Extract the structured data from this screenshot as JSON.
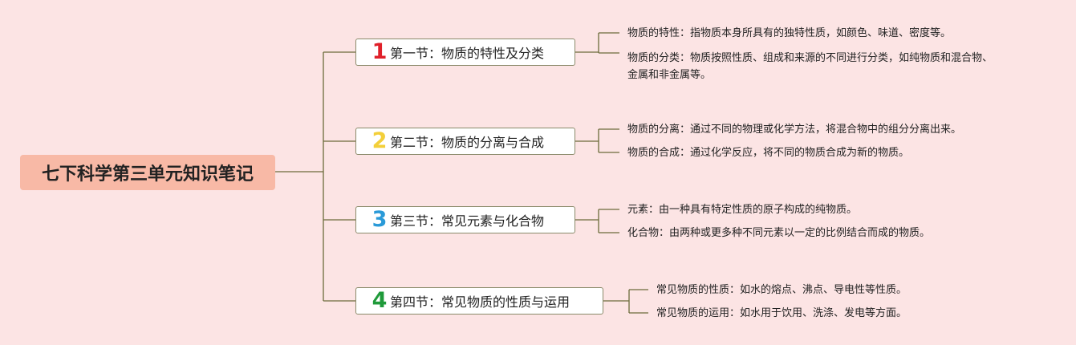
{
  "root": {
    "title": "七下科学第三单元知识笔记"
  },
  "colors": {
    "background": "#fce4e4",
    "root_fill": "#f8b9a6",
    "line": "#6b6b3a"
  },
  "sections": [
    {
      "number": "1",
      "number_color": "#e0202a",
      "label": "第一节：物质的特性及分类",
      "items": [
        {
          "lines": [
            "物质的特性：指物质本身所具有的独特性质，如颜色、味道、密度等。"
          ]
        },
        {
          "lines": [
            "物质的分类：物质按照性质、组成和来源的不同进行分类，如纯物质和混合物、",
            "金属和非金属等。"
          ]
        }
      ]
    },
    {
      "number": "2",
      "number_color": "#f3cf3a",
      "label": "第二节：物质的分离与合成",
      "items": [
        {
          "lines": [
            "物质的分离：通过不同的物理或化学方法，将混合物中的组分分离出来。"
          ]
        },
        {
          "lines": [
            "物质的合成：通过化学反应，将不同的物质合成为新的物质。"
          ]
        }
      ]
    },
    {
      "number": "3",
      "number_color": "#2a9ad8",
      "label": "第三节：常见元素与化合物",
      "items": [
        {
          "lines": [
            "元素：由一种具有特定性质的原子构成的纯物质。"
          ]
        },
        {
          "lines": [
            "化合物：由两种或更多种不同元素以一定的比例结合而成的物质。"
          ]
        }
      ]
    },
    {
      "number": "4",
      "number_color": "#1f9a3a",
      "label": "第四节：常见物质的性质与运用",
      "items": [
        {
          "lines": [
            "常见物质的性质：如水的熔点、沸点、导电性等性质。"
          ]
        },
        {
          "lines": [
            "常见物质的运用：如水用于饮用、洗涤、发电等方面。"
          ]
        }
      ]
    }
  ]
}
